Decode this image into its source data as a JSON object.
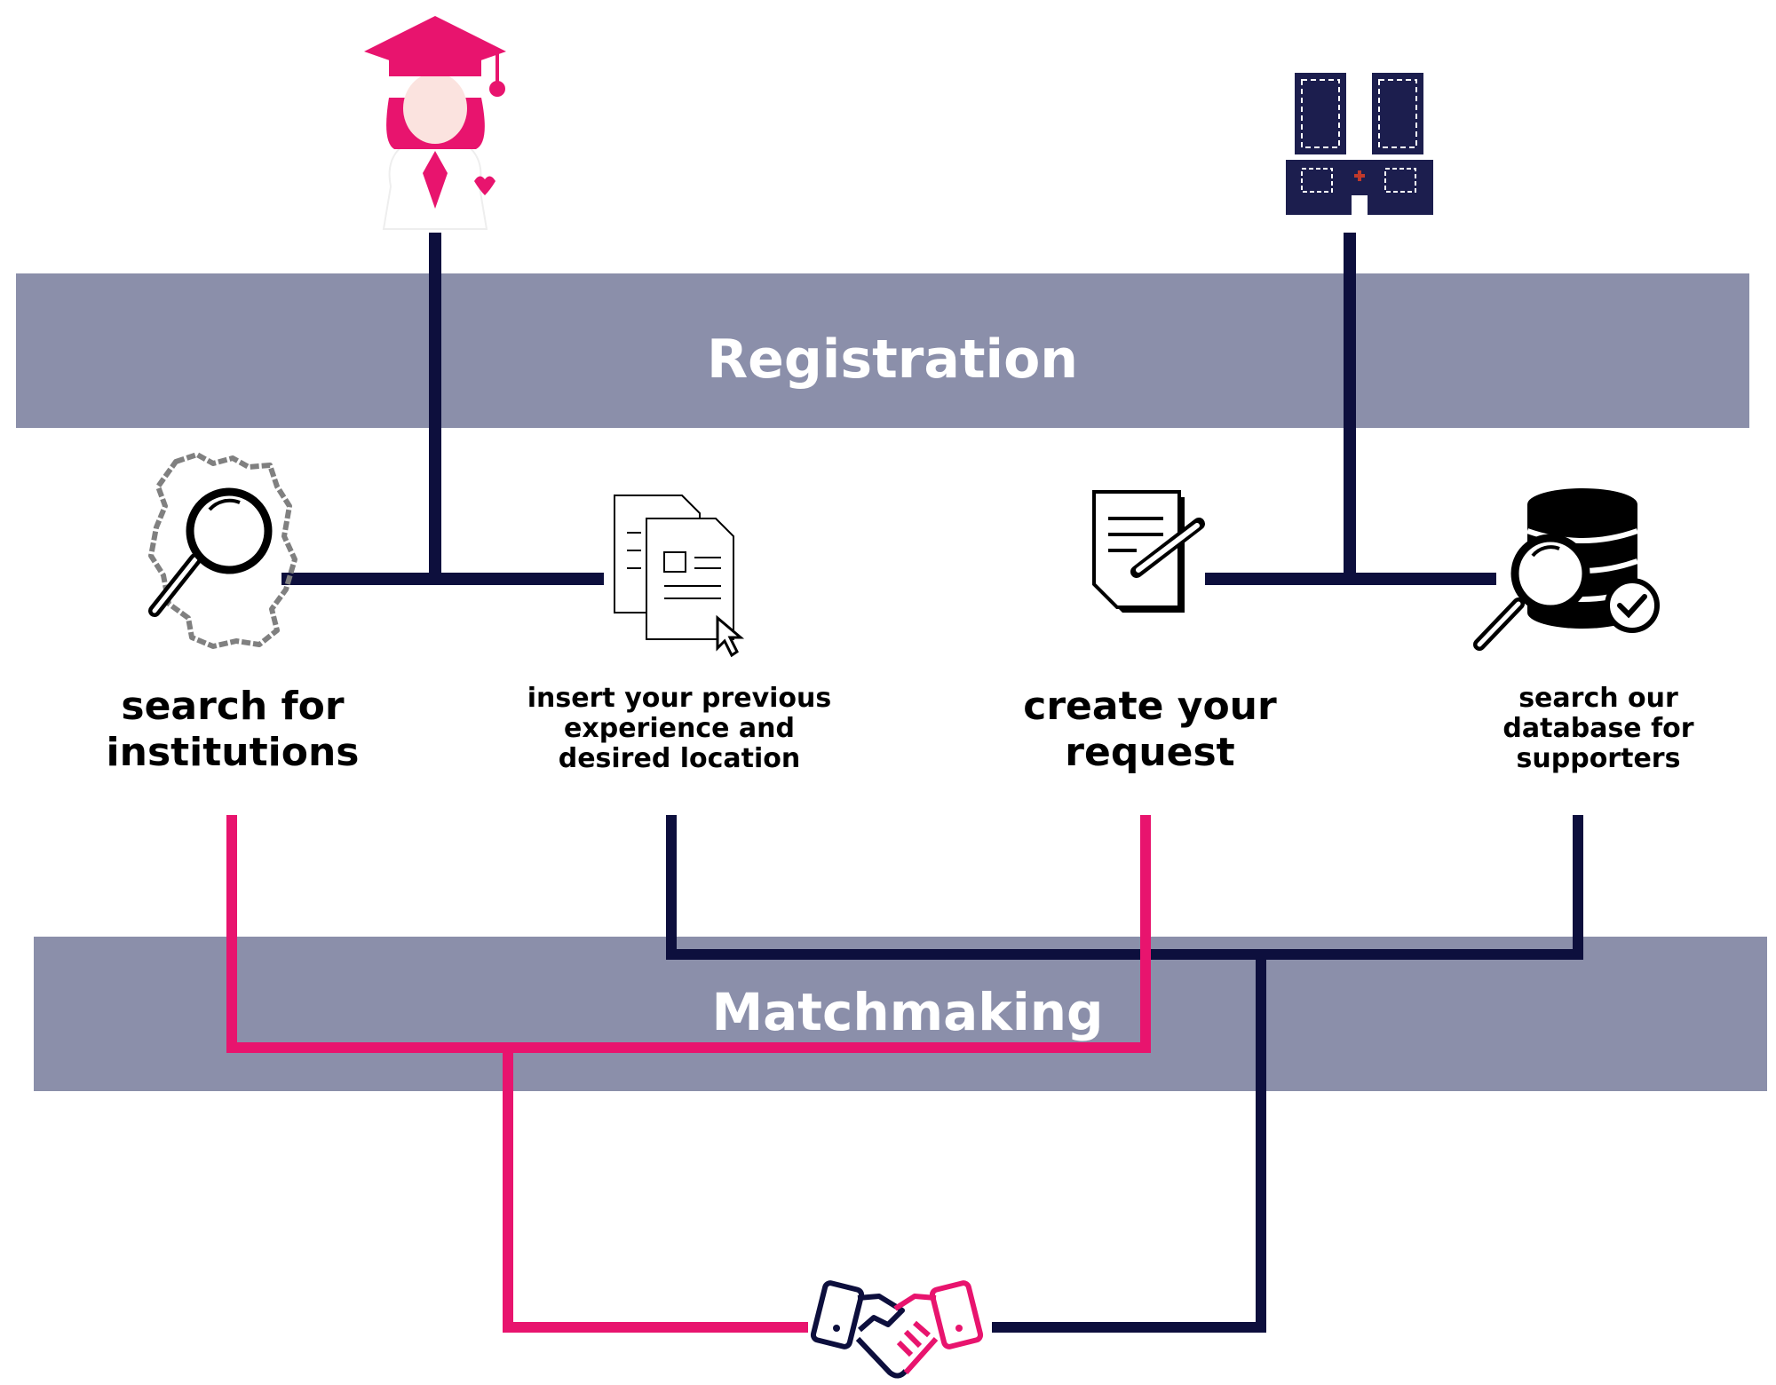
{
  "colors": {
    "band": "#8b8faa",
    "navy": "#0d0f3d",
    "pink": "#e8146e",
    "text": "#000000",
    "band_text": "#ffffff"
  },
  "bands": {
    "registration": "Registration",
    "matchmaking": "Matchmaking"
  },
  "actors": {
    "student": "graduate-student-icon",
    "institution": "hospital-building-icon"
  },
  "steps": [
    {
      "label": "search for institutions",
      "icon": "germany-map-search-icon"
    },
    {
      "label": "insert your previous experience and desired location",
      "icon": "documents-cursor-icon"
    },
    {
      "label": "create your request",
      "icon": "document-pen-icon"
    },
    {
      "label": "search our database for supporters",
      "icon": "database-search-icon"
    }
  ],
  "result": {
    "icon": "handshake-icon"
  }
}
